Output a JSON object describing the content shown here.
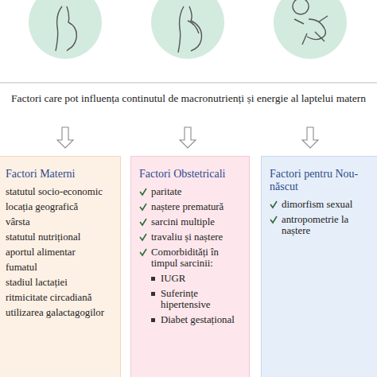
{
  "diagram": {
    "title": "Factori care pot influența continutul de macronutrienți și energie al laptelui matern",
    "nodes": [
      {
        "text": [
          "Factori Materni",
          "statutul socio-economic",
          "locația geografică",
          "vârsta",
          "statutul nutrițional",
          "aportul alimentar",
          "fumatul",
          "stadiul lactației",
          "ritmicitate circadiană",
          "utilizarea galactagogilor"
        ]
      },
      {
        "text": [
          "Factori Obstetricali",
          "paritate",
          "naștere prematură",
          "sarcini multiple",
          "travaliu și naștere",
          "Comorbidități în timpul sarcinii:",
          "IUGR",
          "Suferințe hipertensive",
          "Diabet gestațional"
        ]
      },
      {
        "text": [
          "Factori pentru Nou-născut",
          "dimorfism sexual",
          "antropometrie la naștere"
        ]
      }
    ]
  }
}
